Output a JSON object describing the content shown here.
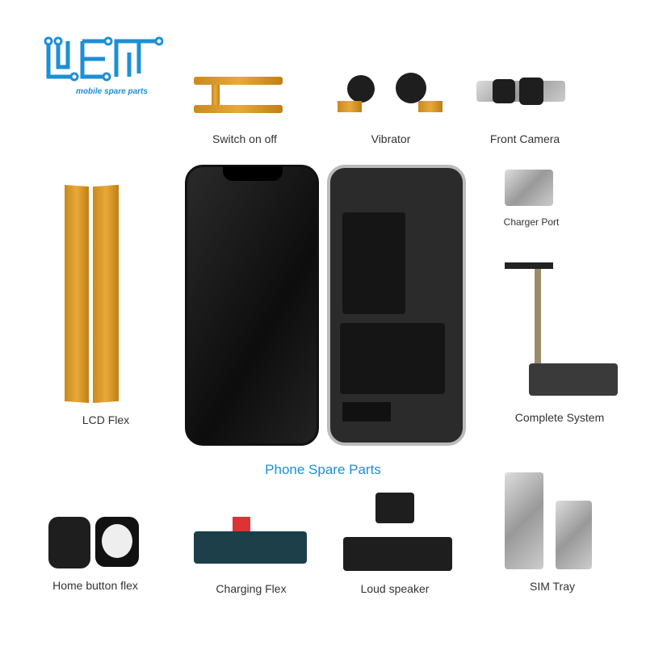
{
  "logo": {
    "text": "LIENT",
    "tagline": "mobile spare parts",
    "color": "#1d8fd6"
  },
  "title": "Phone Spare Parts",
  "products": {
    "switch": "Switch on off",
    "vibrator": "Vibrator",
    "front_camera": "Front Camera",
    "charger_port": "Charger Port",
    "lcd_flex": "LCD Flex",
    "complete_system": "Complete System",
    "home_button": "Home button flex",
    "charging_flex": "Charging Flex",
    "loud_speaker": "Loud speaker",
    "sim_tray": "SIM Tray"
  }
}
